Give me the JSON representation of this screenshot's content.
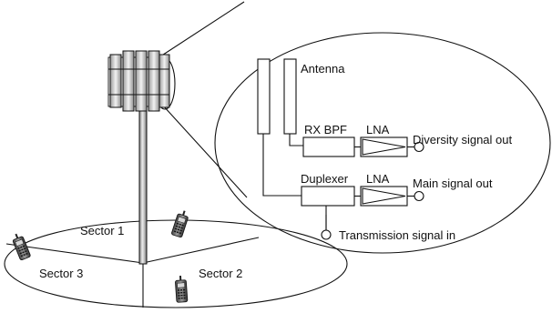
{
  "labels": {
    "antenna": "Antenna",
    "rx_bpf": "RX BPF",
    "lna_top": "LNA",
    "lna_bottom": "LNA",
    "duplexer": "Duplexer",
    "diversity_out": "Diversity signal out",
    "main_out": "Main signal out",
    "transmission_in": "Transmission signal in",
    "sector1": "Sector 1",
    "sector2": "Sector 2",
    "sector3": "Sector 3"
  },
  "icons": [
    "mobile-phone-icon",
    "antenna-tower-icon"
  ]
}
